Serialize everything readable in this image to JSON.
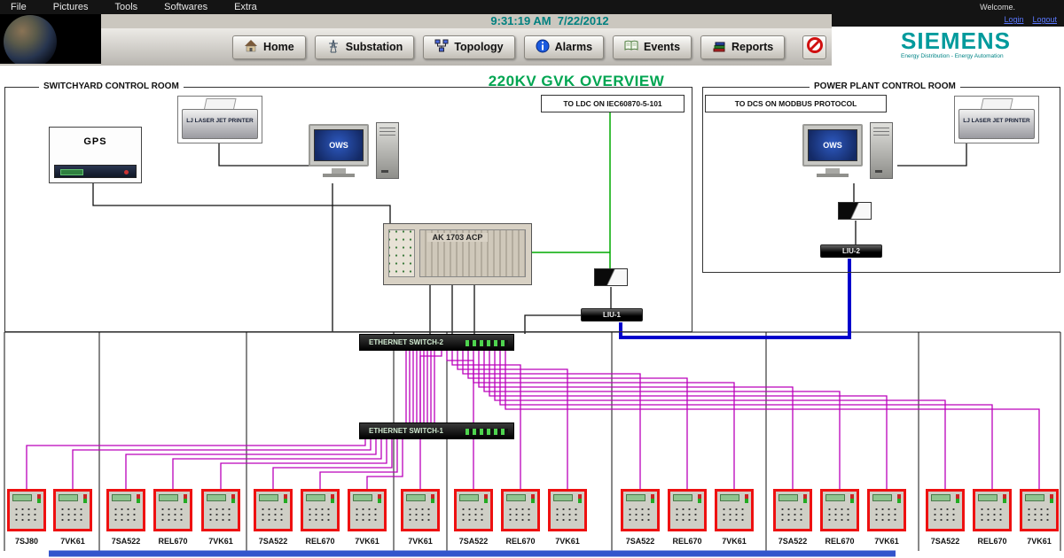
{
  "colors": {
    "brand_teal": "#009A9C",
    "title_green": "#00A551",
    "time_teal": "#00807F",
    "wire_black": "#111111",
    "wire_magenta": "#BB00BB",
    "wire_blue": "#0000CC",
    "wire_green": "#00AA00",
    "bus_blue": "#3355CC",
    "relay_border_red": "#EE1111"
  },
  "menubar": {
    "items": [
      {
        "label": "File"
      },
      {
        "label": "Pictures"
      },
      {
        "label": "Tools"
      },
      {
        "label": "Softwares"
      },
      {
        "label": "Extra"
      }
    ]
  },
  "header": {
    "timestamp": "9:31:19 AM  7/22/2012",
    "welcome": "Welcome.",
    "login": "Login",
    "logout": "Logout",
    "brand": "SIEMENS",
    "brand_subtitle": "Energy Distribution - Energy Automation",
    "nav": [
      {
        "label": "Home",
        "icon": "home-icon"
      },
      {
        "label": "Substation",
        "icon": "substation-icon"
      },
      {
        "label": "Topology",
        "icon": "topology-icon"
      },
      {
        "label": "Alarms",
        "icon": "alarms-icon"
      },
      {
        "label": "Events",
        "icon": "events-icon"
      },
      {
        "label": "Reports",
        "icon": "reports-icon"
      }
    ],
    "block_icon": "no-entry-icon"
  },
  "diagram": {
    "title": "220KV GVK OVERVIEW",
    "rooms": [
      {
        "name": "SWITCHYARD CONTROL ROOM"
      },
      {
        "name": "POWER PLANT CONTROL ROOM"
      }
    ],
    "links": [
      {
        "label": "TO LDC ON IEC60870-5-101"
      },
      {
        "label": "TO DCS ON MODBUS PROTOCOL"
      }
    ],
    "devices": {
      "gps": {
        "label": "GPS"
      },
      "printer_left": {
        "label": "LJ LASER JET PRINTER"
      },
      "printer_right": {
        "label": "LJ LASER JET PRINTER"
      },
      "ows_left": {
        "label": "OWS"
      },
      "ows_right": {
        "label": "OWS"
      },
      "rtu": {
        "label": "AK 1703 ACP"
      },
      "liu1": {
        "label": "LIU-1"
      },
      "liu2": {
        "label": "LIU-2"
      },
      "switch2": {
        "label": "ETHERNET SWITCH-2"
      },
      "switch1": {
        "label": "ETHERNET SWITCH-1"
      }
    },
    "relays": [
      {
        "label": "7SJ80"
      },
      {
        "label": "7VK61"
      },
      {
        "label": "7SA522"
      },
      {
        "label": "REL670"
      },
      {
        "label": "7VK61"
      },
      {
        "label": "7SA522"
      },
      {
        "label": "REL670"
      },
      {
        "label": "7VK61"
      },
      {
        "label": "7VK61"
      },
      {
        "label": "7SA522"
      },
      {
        "label": "REL670"
      },
      {
        "label": "7VK61"
      },
      {
        "label": "7SA522"
      },
      {
        "label": "REL670"
      },
      {
        "label": "7VK61"
      },
      {
        "label": "7SA522"
      },
      {
        "label": "REL670"
      },
      {
        "label": "7VK61"
      },
      {
        "label": "7SA522"
      },
      {
        "label": "REL670"
      },
      {
        "label": "7VK61"
      }
    ]
  }
}
